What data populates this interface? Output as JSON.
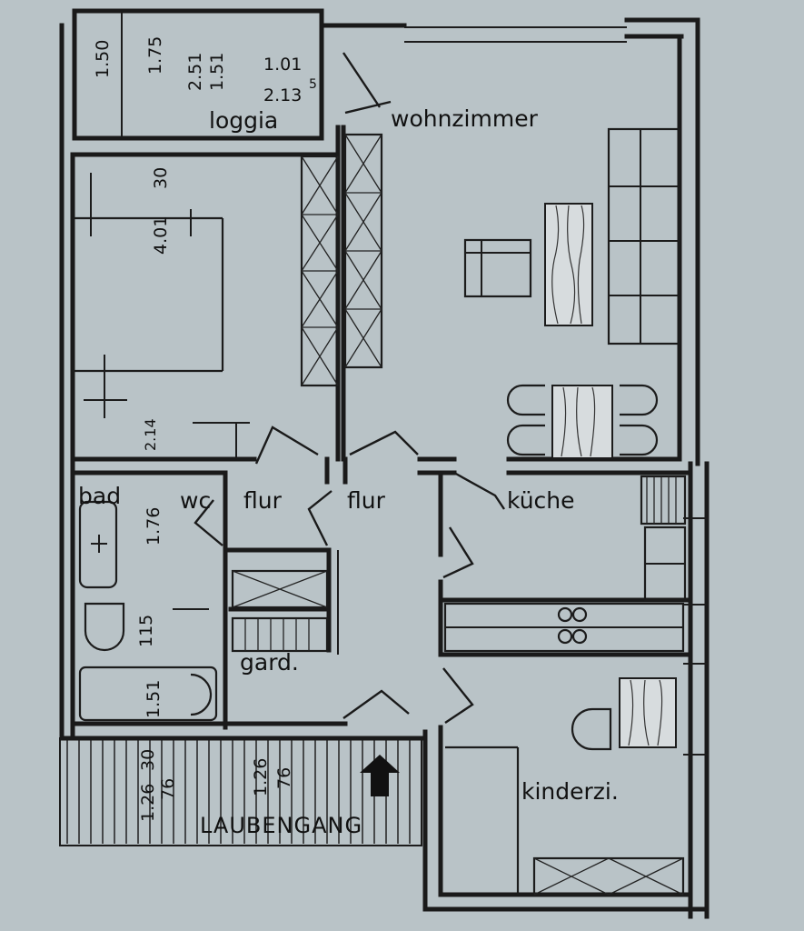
{
  "rooms": {
    "loggia": "loggia",
    "wohnzimmer": "wohnzimmer",
    "bad": "bad",
    "wc": "wc",
    "flur1": "flur",
    "flur2": "flur",
    "kueche": "küche",
    "gard": "gard.",
    "kinderzi": "kinderzi.",
    "laubengang": "LAUBENGANG"
  },
  "dims": {
    "d150": "1.50",
    "d175": "1.75",
    "d251": "2.51",
    "d151a": "1.51",
    "d101": "1.01",
    "d213": "2.13",
    "d5": "5",
    "d401": "4.01",
    "d30a": "30",
    "d214": "2.14",
    "d176": "1.76",
    "d115": "115",
    "d151b": "1.51",
    "d126a": "1.26",
    "d30b": "30",
    "d76a": "76",
    "d126b": "1.26",
    "d76b": "76"
  },
  "colors": {
    "paper": "#b9c3c7",
    "ink": "#1a1a1a"
  }
}
